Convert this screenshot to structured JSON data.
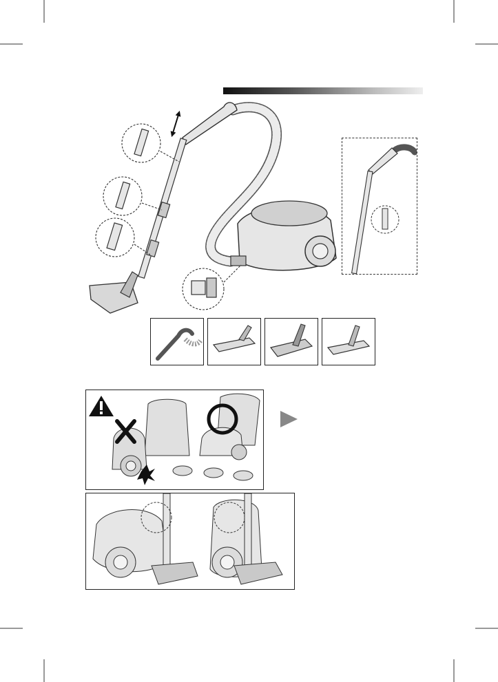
{
  "page": {
    "header_bar": {
      "gradient_from": "#111111",
      "gradient_to": "#e8e8e8"
    },
    "icons": {
      "crop_marks": "crop-mark-icon",
      "warning": "warning-triangle-icon",
      "prohibited": "x-mark-icon",
      "ok": "circle-ok-icon",
      "next": "play-arrow-icon",
      "adjust": "double-arrow-icon"
    },
    "accessories": [
      {
        "name": "handle-hose-accessory"
      },
      {
        "name": "floor-nozzle-flat-accessory"
      },
      {
        "name": "turbo-brush-accessory"
      },
      {
        "name": "floor-nozzle-accessory"
      }
    ],
    "colors": {
      "stroke": "#333333",
      "fill_light": "#e6e6e6",
      "fill_mid": "#c9c9c9",
      "fill_dark": "#8c8c8c",
      "warning_fill": "#111111",
      "arrow_fill": "#888888"
    }
  }
}
